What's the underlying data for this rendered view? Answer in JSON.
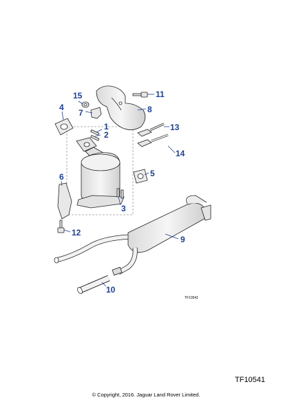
{
  "diagram": {
    "callouts": [
      "1",
      "2",
      "3",
      "4",
      "5",
      "6",
      "7",
      "8",
      "9",
      "10",
      "11",
      "12",
      "13",
      "14",
      "15"
    ],
    "small_ref": "TF10541"
  },
  "footer": {
    "ref_code": "TF10541",
    "copyright": "© Copyright, 2016. Jaguar Land Rover Limited."
  }
}
